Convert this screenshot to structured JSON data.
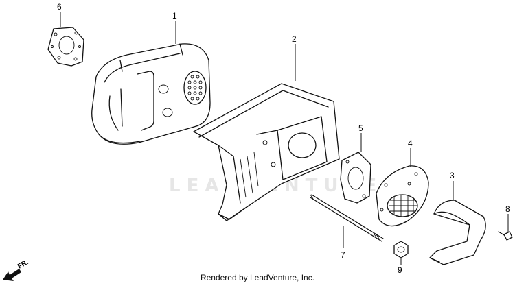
{
  "diagram": {
    "callouts": [
      {
        "id": "1",
        "label": "1"
      },
      {
        "id": "2",
        "label": "2"
      },
      {
        "id": "3",
        "label": "3"
      },
      {
        "id": "4",
        "label": "4"
      },
      {
        "id": "5",
        "label": "5"
      },
      {
        "id": "6",
        "label": "6"
      },
      {
        "id": "7",
        "label": "7"
      },
      {
        "id": "8",
        "label": "8"
      },
      {
        "id": "9",
        "label": "9"
      }
    ],
    "direction_label": "FR.",
    "watermark": "LEADVENTURE"
  },
  "footer": {
    "credit": "Rendered by LeadVenture, Inc."
  }
}
